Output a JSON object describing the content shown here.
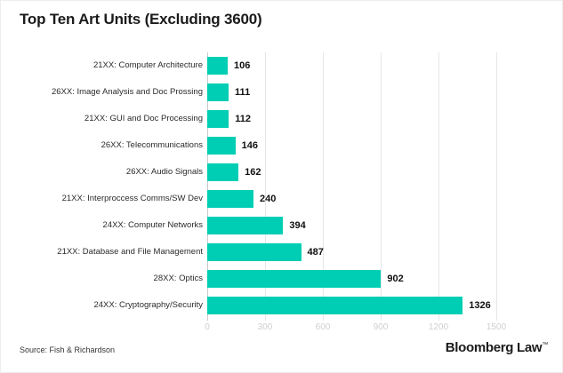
{
  "chart_data": {
    "type": "bar",
    "orientation": "horizontal",
    "title": "Top Ten Art Units (Excluding 3600)",
    "xlabel": "",
    "ylabel": "",
    "xlim": [
      0,
      1560
    ],
    "xticks": [
      0,
      300,
      600,
      900,
      1200,
      1500
    ],
    "xtick_labels": [
      "0",
      "300",
      "600",
      "900",
      "1200",
      "1500"
    ],
    "grid": "vertical",
    "legend": "none",
    "bar_color": "#00ceb4",
    "categories": [
      "21XX: Computer Architecture",
      "26XX: Image Analysis and Doc Prossing",
      "21XX: GUI and Doc Processing",
      "26XX: Telecommunications",
      "26XX: Audio Signals",
      "21XX: Interproccess Comms/SW Dev",
      "24XX: Computer Networks",
      "21XX: Database and File Management",
      "28XX: Optics",
      "24XX: Cryptography/Security"
    ],
    "values": [
      106,
      111,
      112,
      146,
      162,
      240,
      394,
      487,
      902,
      1326
    ],
    "value_labels": [
      "106",
      "111",
      "112",
      "146",
      "162",
      "240",
      "394",
      "487",
      "902",
      "1326"
    ]
  },
  "footer": {
    "source": "Source: Fish & Richardson",
    "brand": "Bloomberg Law",
    "brand_tm": "™"
  },
  "colors": {
    "bar": "#00ceb4",
    "title_text": "#1b1b1b",
    "category_text": "#2b2b2b",
    "value_text": "#101010",
    "tick_text": "#cfcfcf",
    "gridline": "#e6e6e6",
    "background": "#ffffff"
  }
}
